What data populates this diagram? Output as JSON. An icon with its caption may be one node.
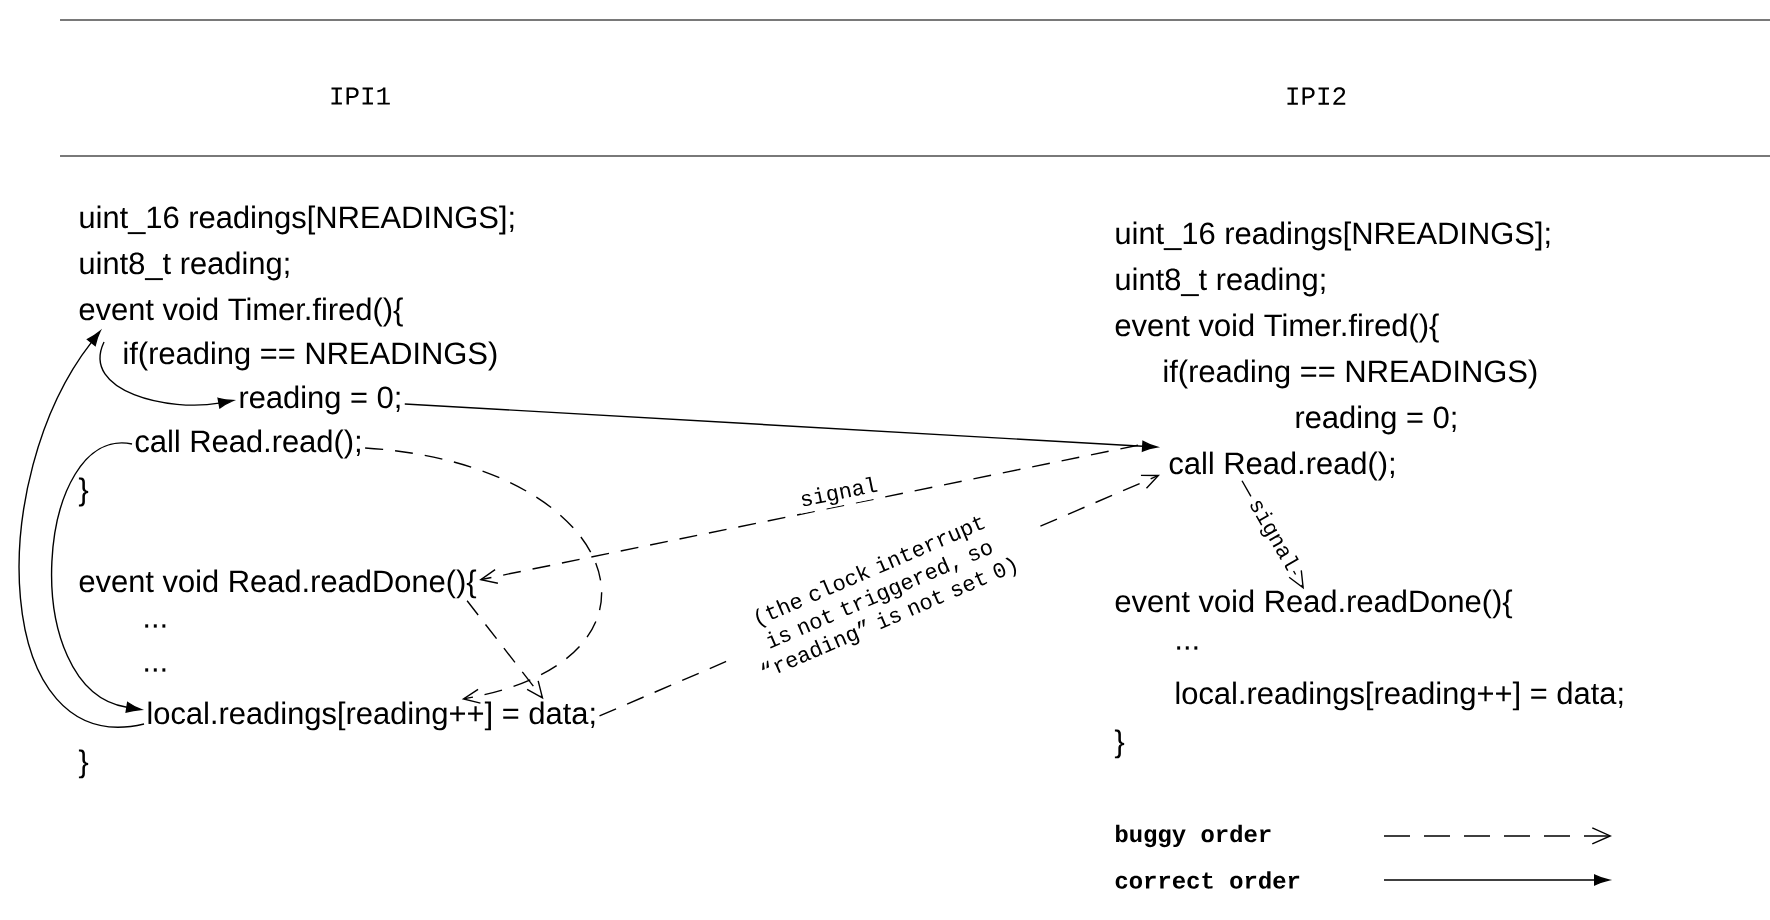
{
  "diagram": {
    "nodes": [
      {
        "text": [
          "event void Timer.fired(){"
        ]
      },
      {
        "text": [
          "if(reading == NREADINGS)"
        ]
      },
      {
        "text": [
          "reading = 0;"
        ]
      },
      {
        "text": [
          "call Read.read();"
        ]
      },
      {
        "text": [
          "event void Read.readDone(){"
        ]
      },
      {
        "text": [
          "local.readings[reading++] = data;"
        ]
      },
      {
        "text": [
          "call Read.read();"
        ]
      },
      {
        "text": [
          "event void Read.readDone(){"
        ]
      }
    ],
    "edges": [
      {
        "from": 1,
        "to": 2,
        "arrow": "to"
      },
      {
        "from": 2,
        "to": 6,
        "arrow": "to"
      },
      {
        "from": 3,
        "to": 5,
        "arrow": "to"
      },
      {
        "from": 5,
        "to": 0,
        "arrow": "to"
      },
      {
        "from": 3,
        "to": 5,
        "arrow": "to",
        "style": "dashed"
      },
      {
        "from": 4,
        "to": 5,
        "arrow": "to",
        "style": "dashed"
      },
      {
        "from": 5,
        "to": 6,
        "arrow": "to",
        "style": "dashed",
        "label": "(the clock interrupt is not triggered, so “reading” is not set 0)"
      },
      {
        "from": 6,
        "to": 4,
        "arrow": "to",
        "style": "dashed",
        "label": "signal"
      },
      {
        "from": 6,
        "to": 7,
        "arrow": "to",
        "style": "dashed",
        "label": "signal"
      }
    ],
    "labels": [
      "IPI1",
      "IPI2",
      "uint_16  readings[NREADINGS];",
      "uint8_t reading;",
      "}",
      "...",
      "...",
      "}",
      "uint_16  readings[NREADINGS];",
      "uint8_t reading;",
      "event void Timer.fired(){",
      "if(reading == NREADINGS)",
      "reading = 0;",
      "...",
      "local.readings[reading++] = data;",
      "}"
    ],
    "legend": [
      {
        "text": "buggy order"
      },
      {
        "text": "correct order"
      }
    ]
  }
}
